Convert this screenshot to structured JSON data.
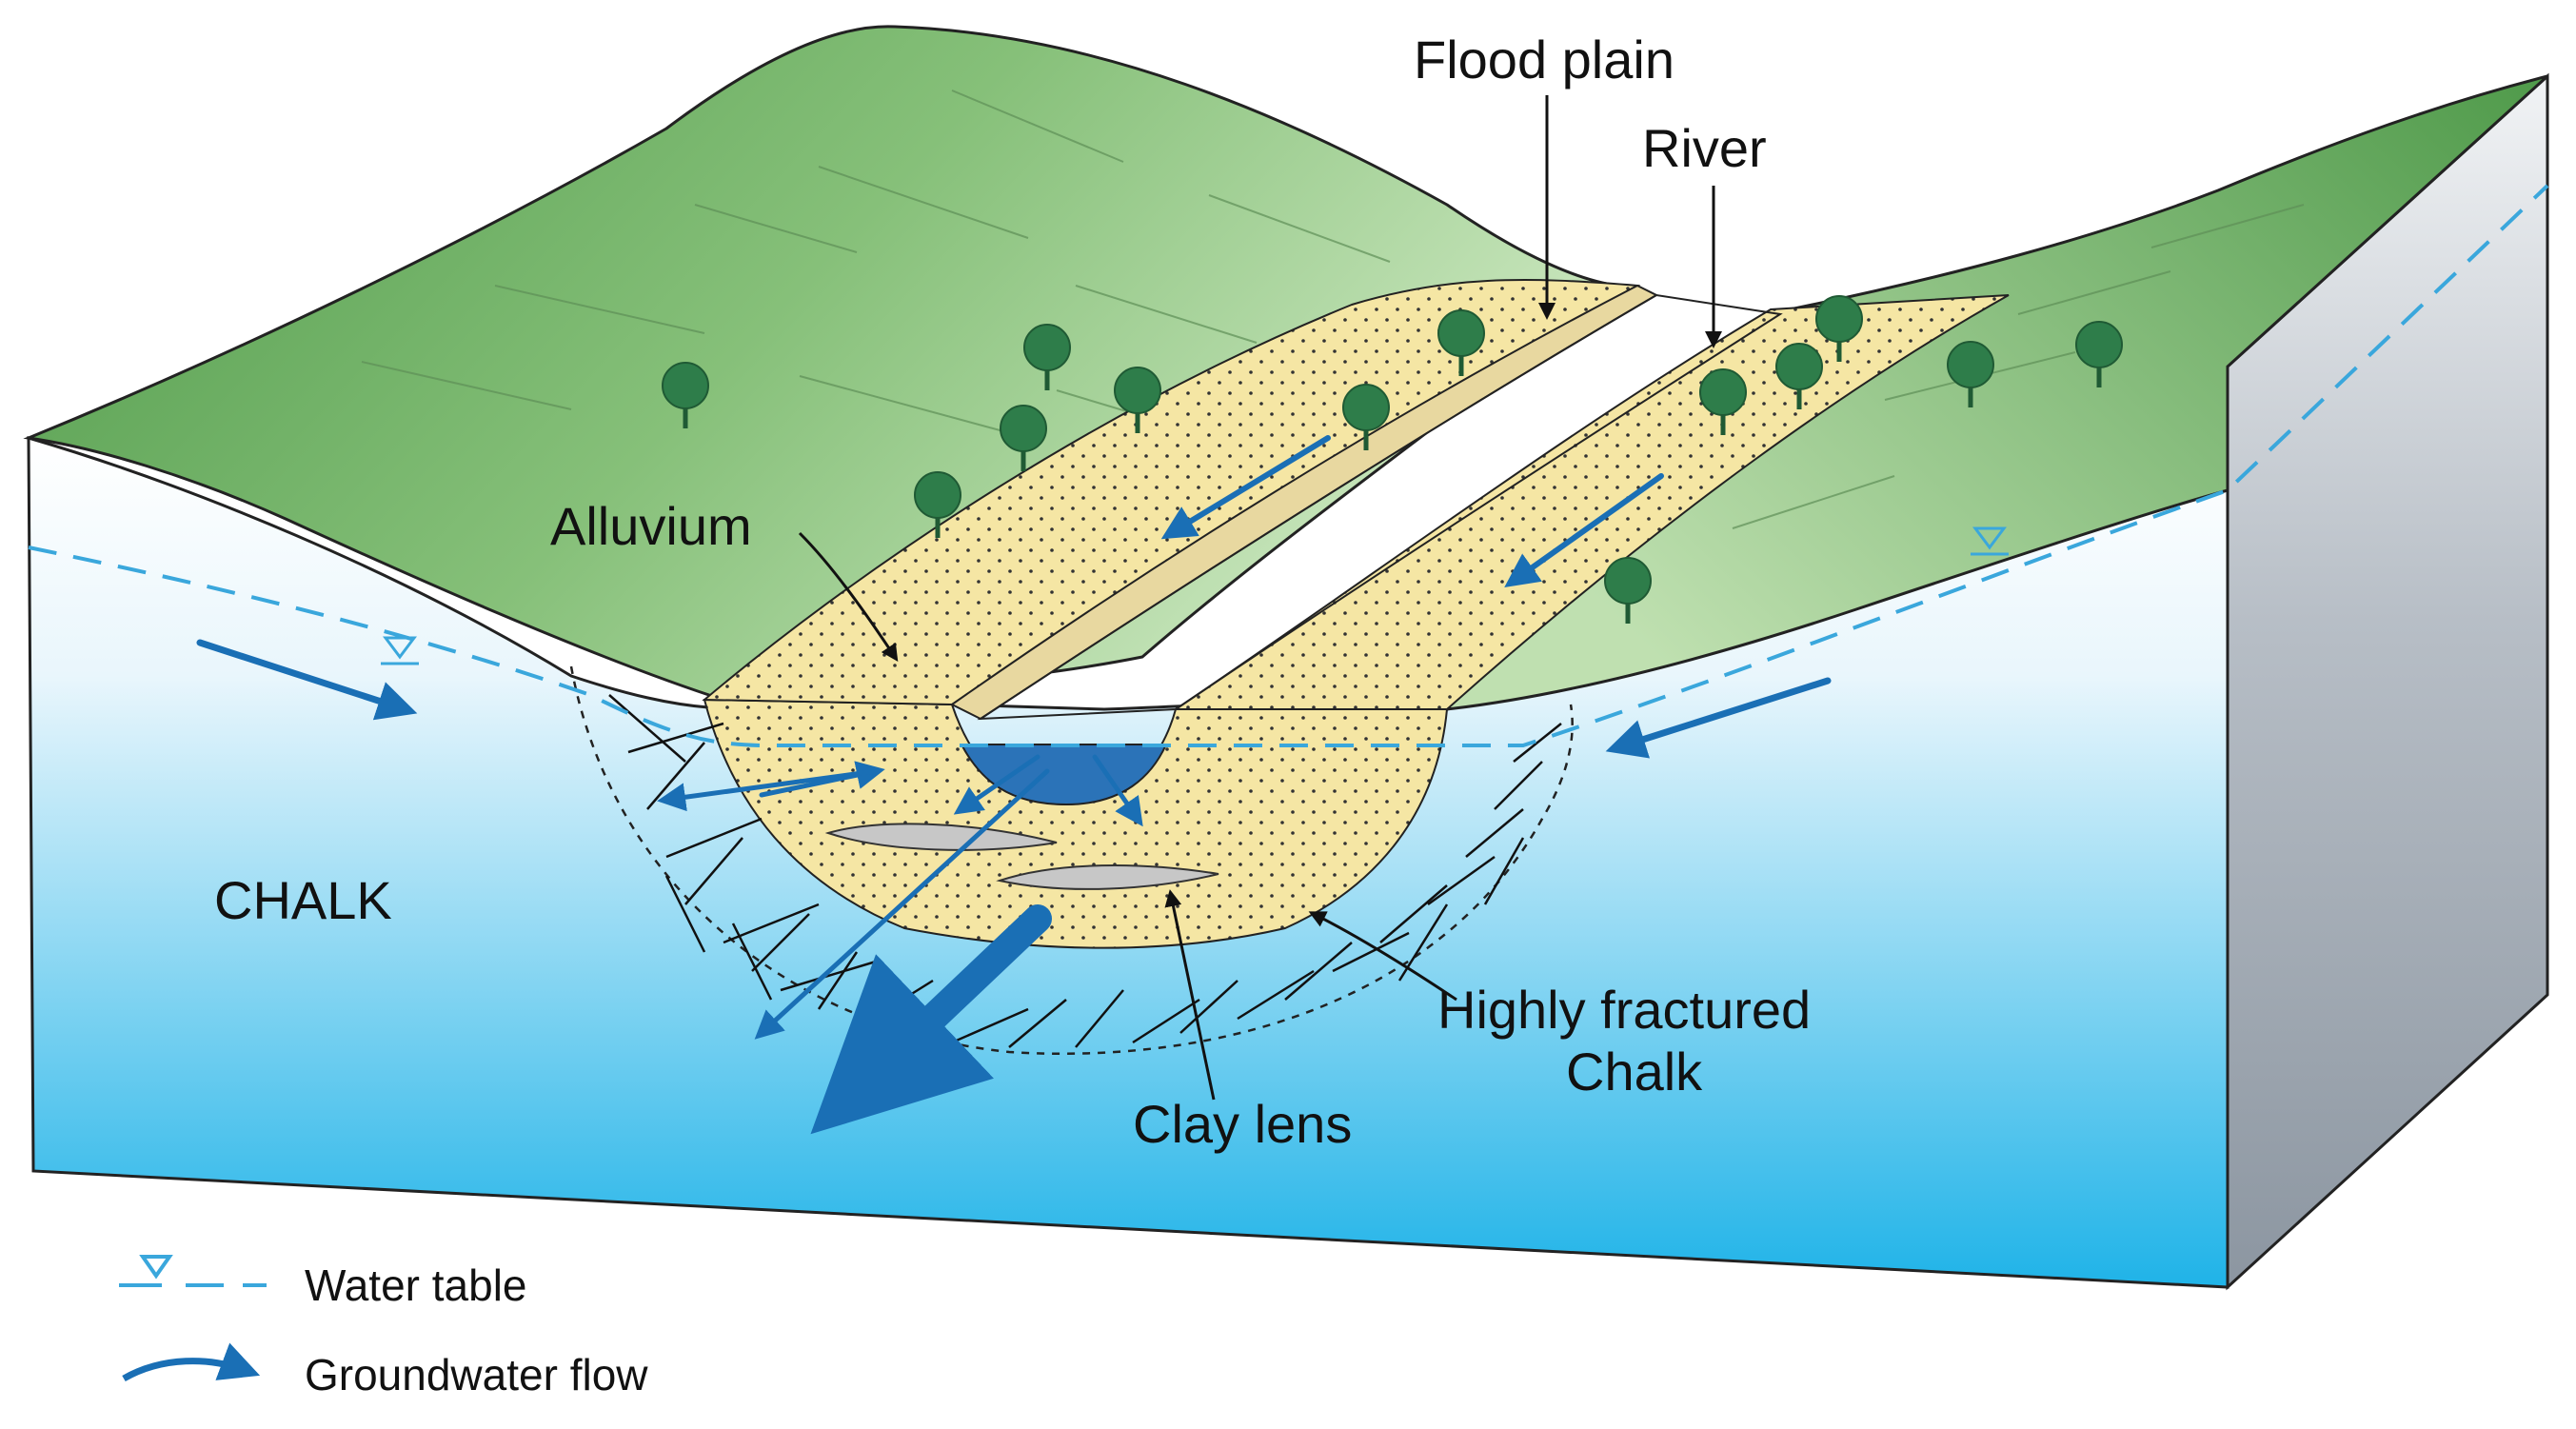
{
  "labels": {
    "flood_plain": "Flood plain",
    "river": "River",
    "alluvium": "Alluvium",
    "chalk": "CHALK",
    "fractured_line1": "Highly fractured",
    "fractured_line2": "Chalk",
    "clay_lens": "Clay lens"
  },
  "legend": {
    "water_table": "Water table",
    "groundwater_flow": "Groundwater flow"
  },
  "colors": {
    "grass_dark": "#4f9a4a",
    "grass_light": "#bfe0b0",
    "alluvium": "#f5e6a4",
    "river": "#5b98d2",
    "chalk_top": "#ffffff",
    "chalk_bottom": "#1fb3e8",
    "water_table": "#3aa7dc",
    "flow_arrow": "#1a6fb5",
    "side_face": "#9aa3ad",
    "tree": "#2e7d4a"
  }
}
